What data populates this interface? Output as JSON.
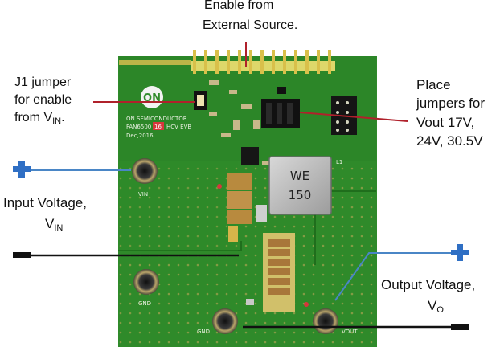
{
  "annotations": {
    "enable_external_line1": "Enable from",
    "enable_external_line2": "External Source.",
    "j1_line1": "J1 jumper",
    "j1_line2": "for enable",
    "j1_line3_prefix": "from V",
    "j1_line3_sub": "IN",
    "j1_line3_suffix": ".",
    "place_line1": "Place",
    "place_line2": "jumpers for",
    "place_line3": "Vout 17V,",
    "place_line4": "24V, 30.5V",
    "input_line1": "Input Voltage,",
    "input_line2_prefix": "V",
    "input_line2_sub": "IN",
    "output_line1": "Output Voltage,",
    "output_line2_prefix": "V",
    "output_line2_sub": "O"
  },
  "board": {
    "brand": "ON",
    "silk_company": "ON SEMICONDUCTOR",
    "silk_part_prefix": "FAN6500",
    "silk_part_highlight": "16",
    "silk_part_suffix": "HCV EVB",
    "silk_date": "Dec,2016",
    "inductor_brand": "WE",
    "inductor_value": "150",
    "terminal_vin": "VIN",
    "terminal_gnd_left": "GND",
    "terminal_gnd_bottom": "GND",
    "terminal_vout": "VOUT",
    "label_l1": "L1"
  },
  "colors": {
    "pcb": "#2f8a2a",
    "pcb_dark": "#1f6e1c",
    "callout_red": "#b0212b",
    "callout_blue": "#4a86c6",
    "plus_blue": "#2f6fc4"
  }
}
